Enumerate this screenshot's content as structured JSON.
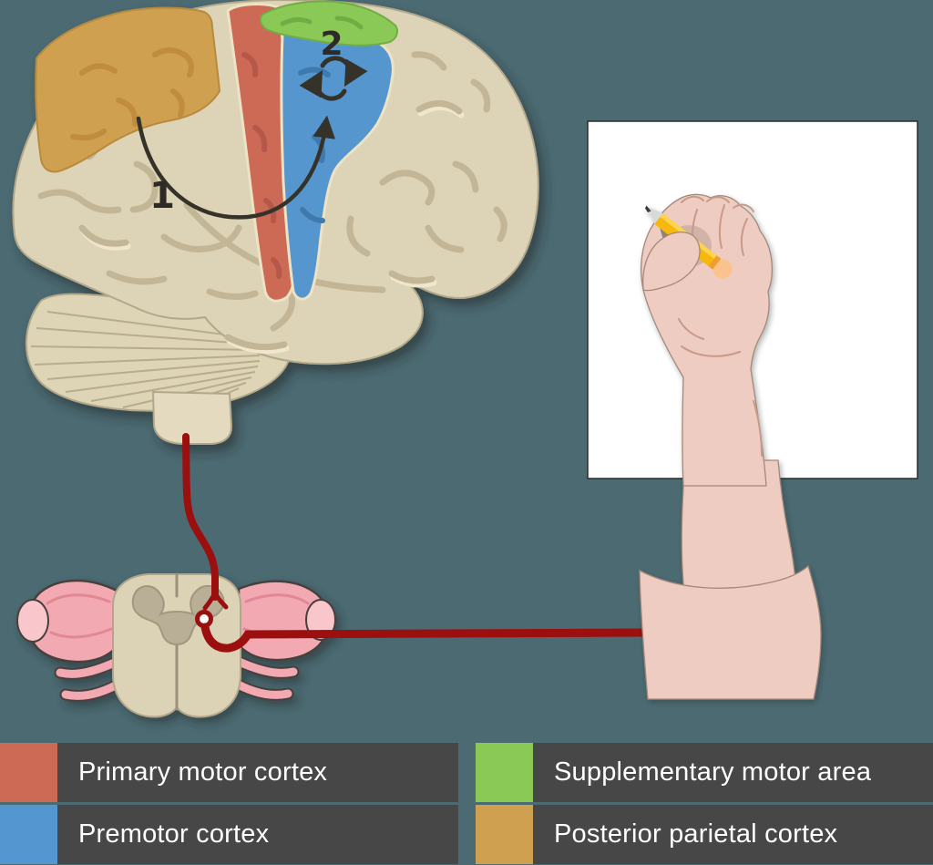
{
  "colors": {
    "background": "#4c6a72",
    "legend_bar": "#474747",
    "legend_text": "#ffffff",
    "primary_motor": "#cc6a55",
    "premotor": "#5496cf",
    "supplementary_motor": "#8bc956",
    "posterior_parietal": "#cfa04f",
    "nerve_red": "#9b0f0f",
    "brain_surface": "#ddd3b6",
    "spinal_nerve_pink": "#f2a9b2",
    "skin": "#eeccc1",
    "paper": "#ffffff",
    "pencil_yellow": "#f5b80c"
  },
  "figure": {
    "step_labels": {
      "step1": "1",
      "step2": "2"
    }
  },
  "legend": {
    "items": [
      {
        "label": "Primary motor cortex",
        "color": "#cc6a55"
      },
      {
        "label": "Supplementary motor area",
        "color": "#8bc956"
      },
      {
        "label": "Premotor cortex",
        "color": "#5496cf"
      },
      {
        "label": "Posterior parietal cortex",
        "color": "#cfa04f"
      }
    ]
  }
}
